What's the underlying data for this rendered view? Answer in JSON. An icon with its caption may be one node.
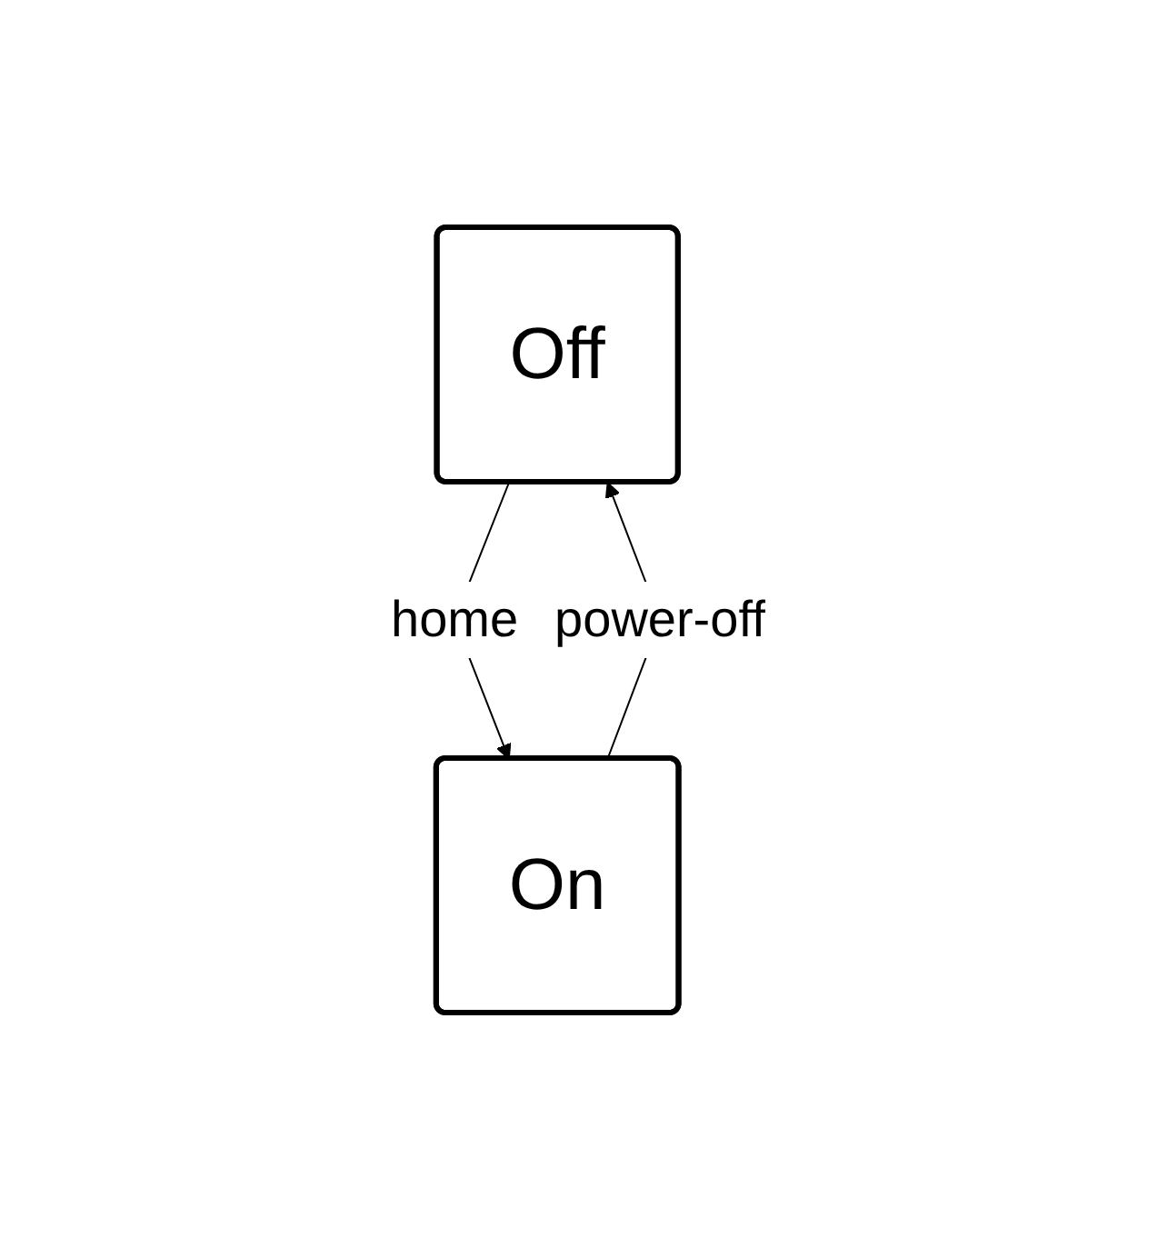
{
  "diagram": {
    "nodes": [
      {
        "text": [
          "Off"
        ]
      },
      {
        "text": [
          "On"
        ]
      }
    ],
    "edges": [
      {
        "from": 0,
        "to": 1,
        "label": "home",
        "arrow": "to"
      },
      {
        "from": 1,
        "to": 0,
        "label": "power-off",
        "arrow": "to"
      }
    ]
  }
}
